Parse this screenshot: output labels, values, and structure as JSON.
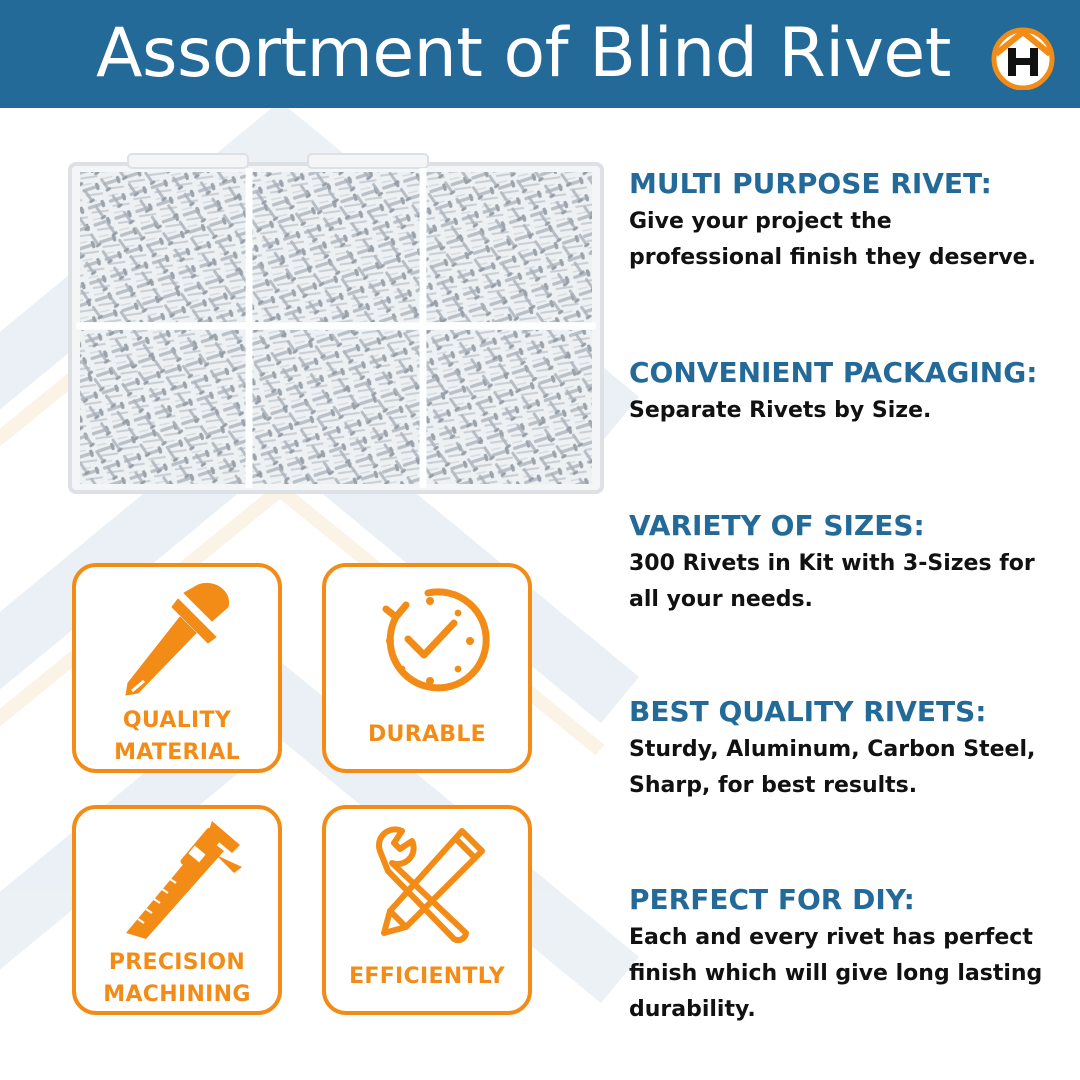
{
  "header": {
    "title": "Assortment of Blind Rivet",
    "logo_icon": "house-h-logo",
    "bg_color": "#246a99"
  },
  "product_image": {
    "icon": "rivet-assortment-box"
  },
  "badges": [
    {
      "icon": "rivet-icon",
      "lines": [
        "QUALITY",
        "MATERIAL"
      ]
    },
    {
      "icon": "clock-check-icon",
      "lines": [
        "DURABLE"
      ]
    },
    {
      "icon": "caliper-icon",
      "lines": [
        "PRECISION",
        "MACHINING"
      ]
    },
    {
      "icon": "wrench-pencil-icon",
      "lines": [
        "EFFICIENTLY"
      ]
    }
  ],
  "features": [
    {
      "title": "MULTI PURPOSE RIVET:",
      "body": [
        "Give your project the",
        "professional finish they deserve."
      ]
    },
    {
      "title": "CONVENIENT PACKAGING:",
      "body": [
        "Separate Rivets by Size."
      ]
    },
    {
      "title": "VARIETY OF SIZES:",
      "body": [
        "300 Rivets in Kit with 3-Sizes for",
        "all your needs."
      ]
    },
    {
      "title": "BEST QUALITY RIVETS:",
      "body": [
        "Sturdy, Aluminum, Carbon Steel,",
        "Sharp, for best results."
      ]
    },
    {
      "title": "PERFECT FOR DIY:",
      "body": [
        "Each and every rivet has perfect",
        "finish which will give long lasting",
        "durability."
      ]
    }
  ],
  "colors": {
    "accent_blue": "#246a99",
    "accent_orange": "#f28c17",
    "text_dark": "#111111"
  }
}
